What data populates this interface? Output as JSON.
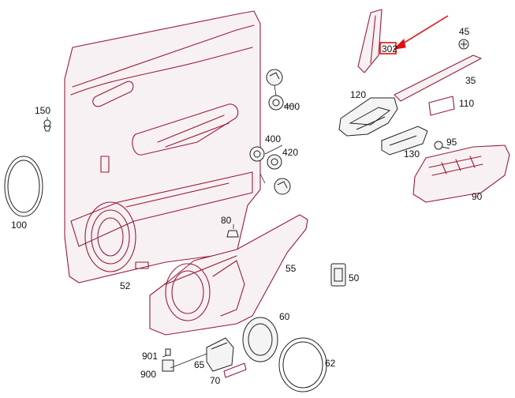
{
  "diagram": {
    "highlight_color": "#e01010",
    "line_color": "#9a1c38",
    "labels": {
      "p150": "150",
      "p100": "100",
      "p52": "52",
      "p400a": "400",
      "p400b": "400",
      "p420": "420",
      "p80": "80",
      "p55": "55",
      "p60": "60",
      "p62": "62",
      "p65": "65",
      "p70": "70",
      "p900": "900",
      "p901": "901",
      "p50": "50",
      "p302": "302",
      "p45": "45",
      "p35": "35",
      "p120": "120",
      "p110": "110",
      "p130": "130",
      "p95": "95",
      "p90": "90"
    }
  }
}
